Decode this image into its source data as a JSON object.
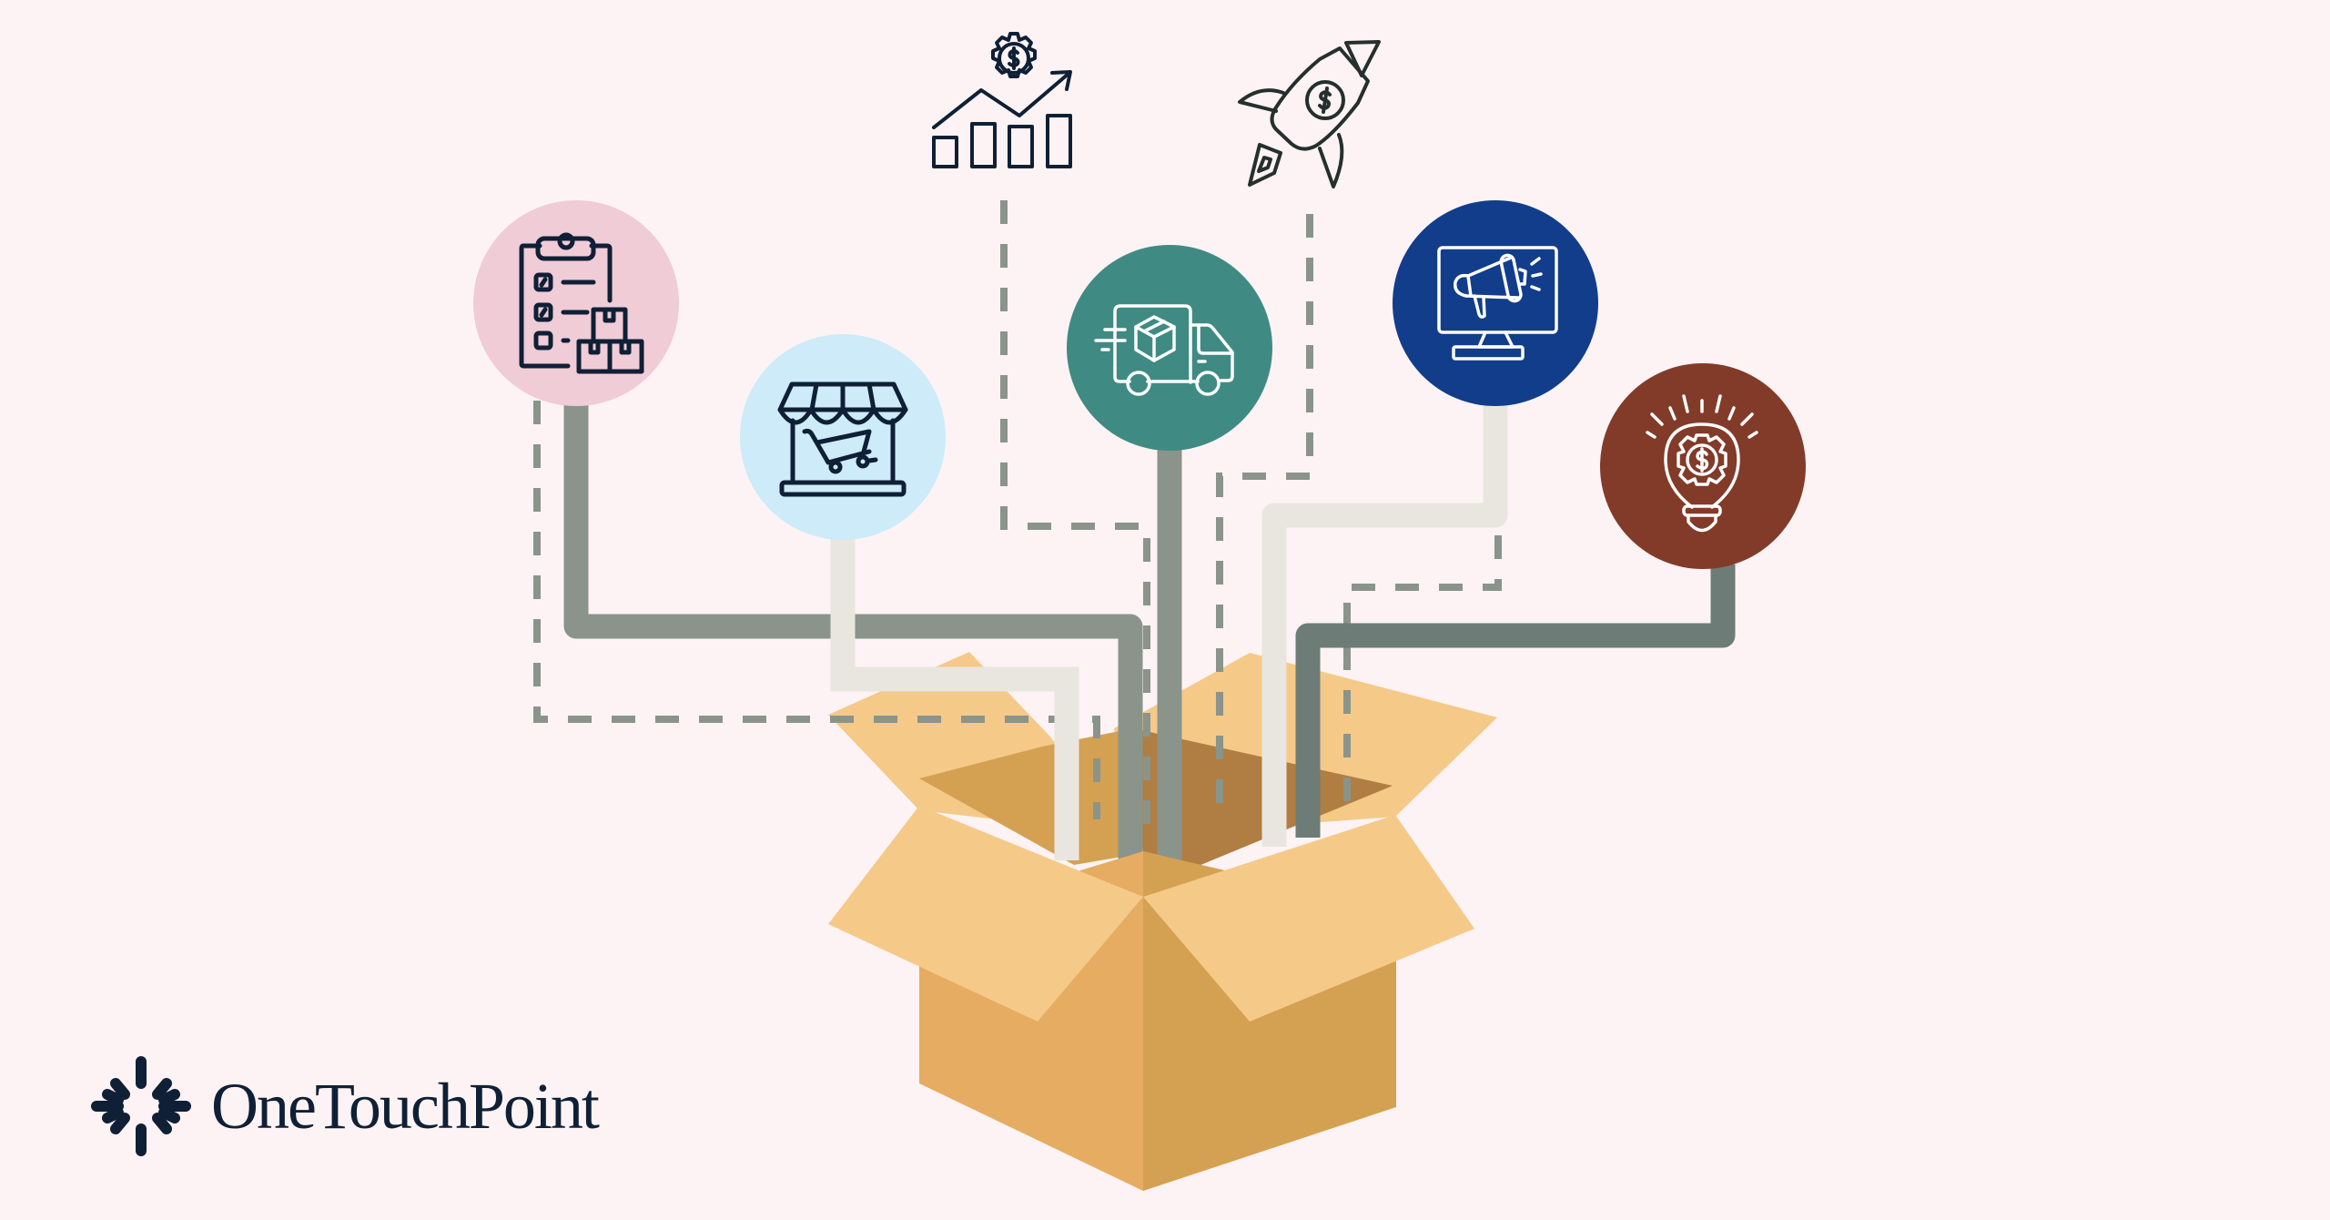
{
  "brand": {
    "name": "OneTouchPoint",
    "text_color": "#0f2036"
  },
  "colors": {
    "background": "#fdf3f4",
    "pipe_dark": "#8a948b",
    "pipe_darker": "#6d7c76",
    "pipe_light": "#e8e6df",
    "dash": "#8a948b",
    "box_flap_light": "#f5c988",
    "box_front_left": "#e5ac62",
    "box_front_right": "#d4a152",
    "box_inside_left": "#d4a152",
    "box_inside_right": "#b07e42",
    "icon_dark": "#0f2036"
  },
  "nodes": [
    {
      "id": "inventory",
      "icon": "clipboard-boxes-icon",
      "fill": "#f0ccd7",
      "stroke": "#0f2036"
    },
    {
      "id": "ecommerce",
      "icon": "storefront-cart-icon",
      "fill": "#cdebf8",
      "stroke": "#0f2036"
    },
    {
      "id": "delivery",
      "icon": "delivery-truck-icon",
      "fill": "#3f8b83",
      "stroke": "#ffffff"
    },
    {
      "id": "marketing",
      "icon": "monitor-megaphone-icon",
      "fill": "#123d8a",
      "stroke": "#ffffff"
    },
    {
      "id": "innovation",
      "icon": "lightbulb-gear-dollar-icon",
      "fill": "#823b29",
      "stroke": "#ffffff"
    }
  ],
  "floating_icons": [
    {
      "id": "growth",
      "icon": "growth-chart-gear-icon"
    },
    {
      "id": "launch",
      "icon": "rocket-dollar-icon"
    }
  ]
}
